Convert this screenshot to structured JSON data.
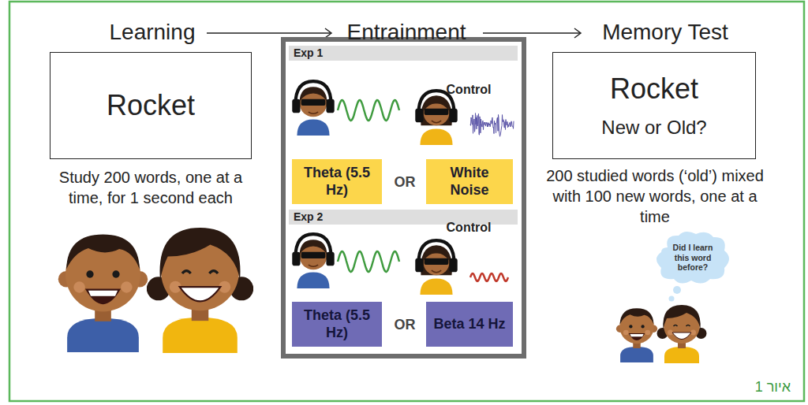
{
  "diagram": {
    "caption": "איור 1",
    "nodes": [
      {
        "text": [
          "Rocket"
        ]
      },
      {
        "text": [
          "Exp 1"
        ]
      },
      {
        "text": [
          "Theta (5.5 Hz)"
        ]
      },
      {
        "text": [
          "White Noise"
        ]
      },
      {
        "text": [
          "Exp 2"
        ]
      },
      {
        "text": [
          "Theta (5.5 Hz)"
        ]
      },
      {
        "text": [
          "Beta 14 Hz"
        ]
      },
      {
        "text": [
          "Rocket",
          "New or Old?"
        ]
      },
      {
        "text": [
          "Did I learn this word before?"
        ]
      }
    ],
    "labels": [
      "Learning",
      "Entrainment",
      "Memory Test",
      "Study 200 words, one at a time, for 1 second each",
      "Control",
      "OR",
      "Control",
      "OR",
      "200 studied words (‘old’) mixed with 100 new words, one at a time"
    ]
  }
}
